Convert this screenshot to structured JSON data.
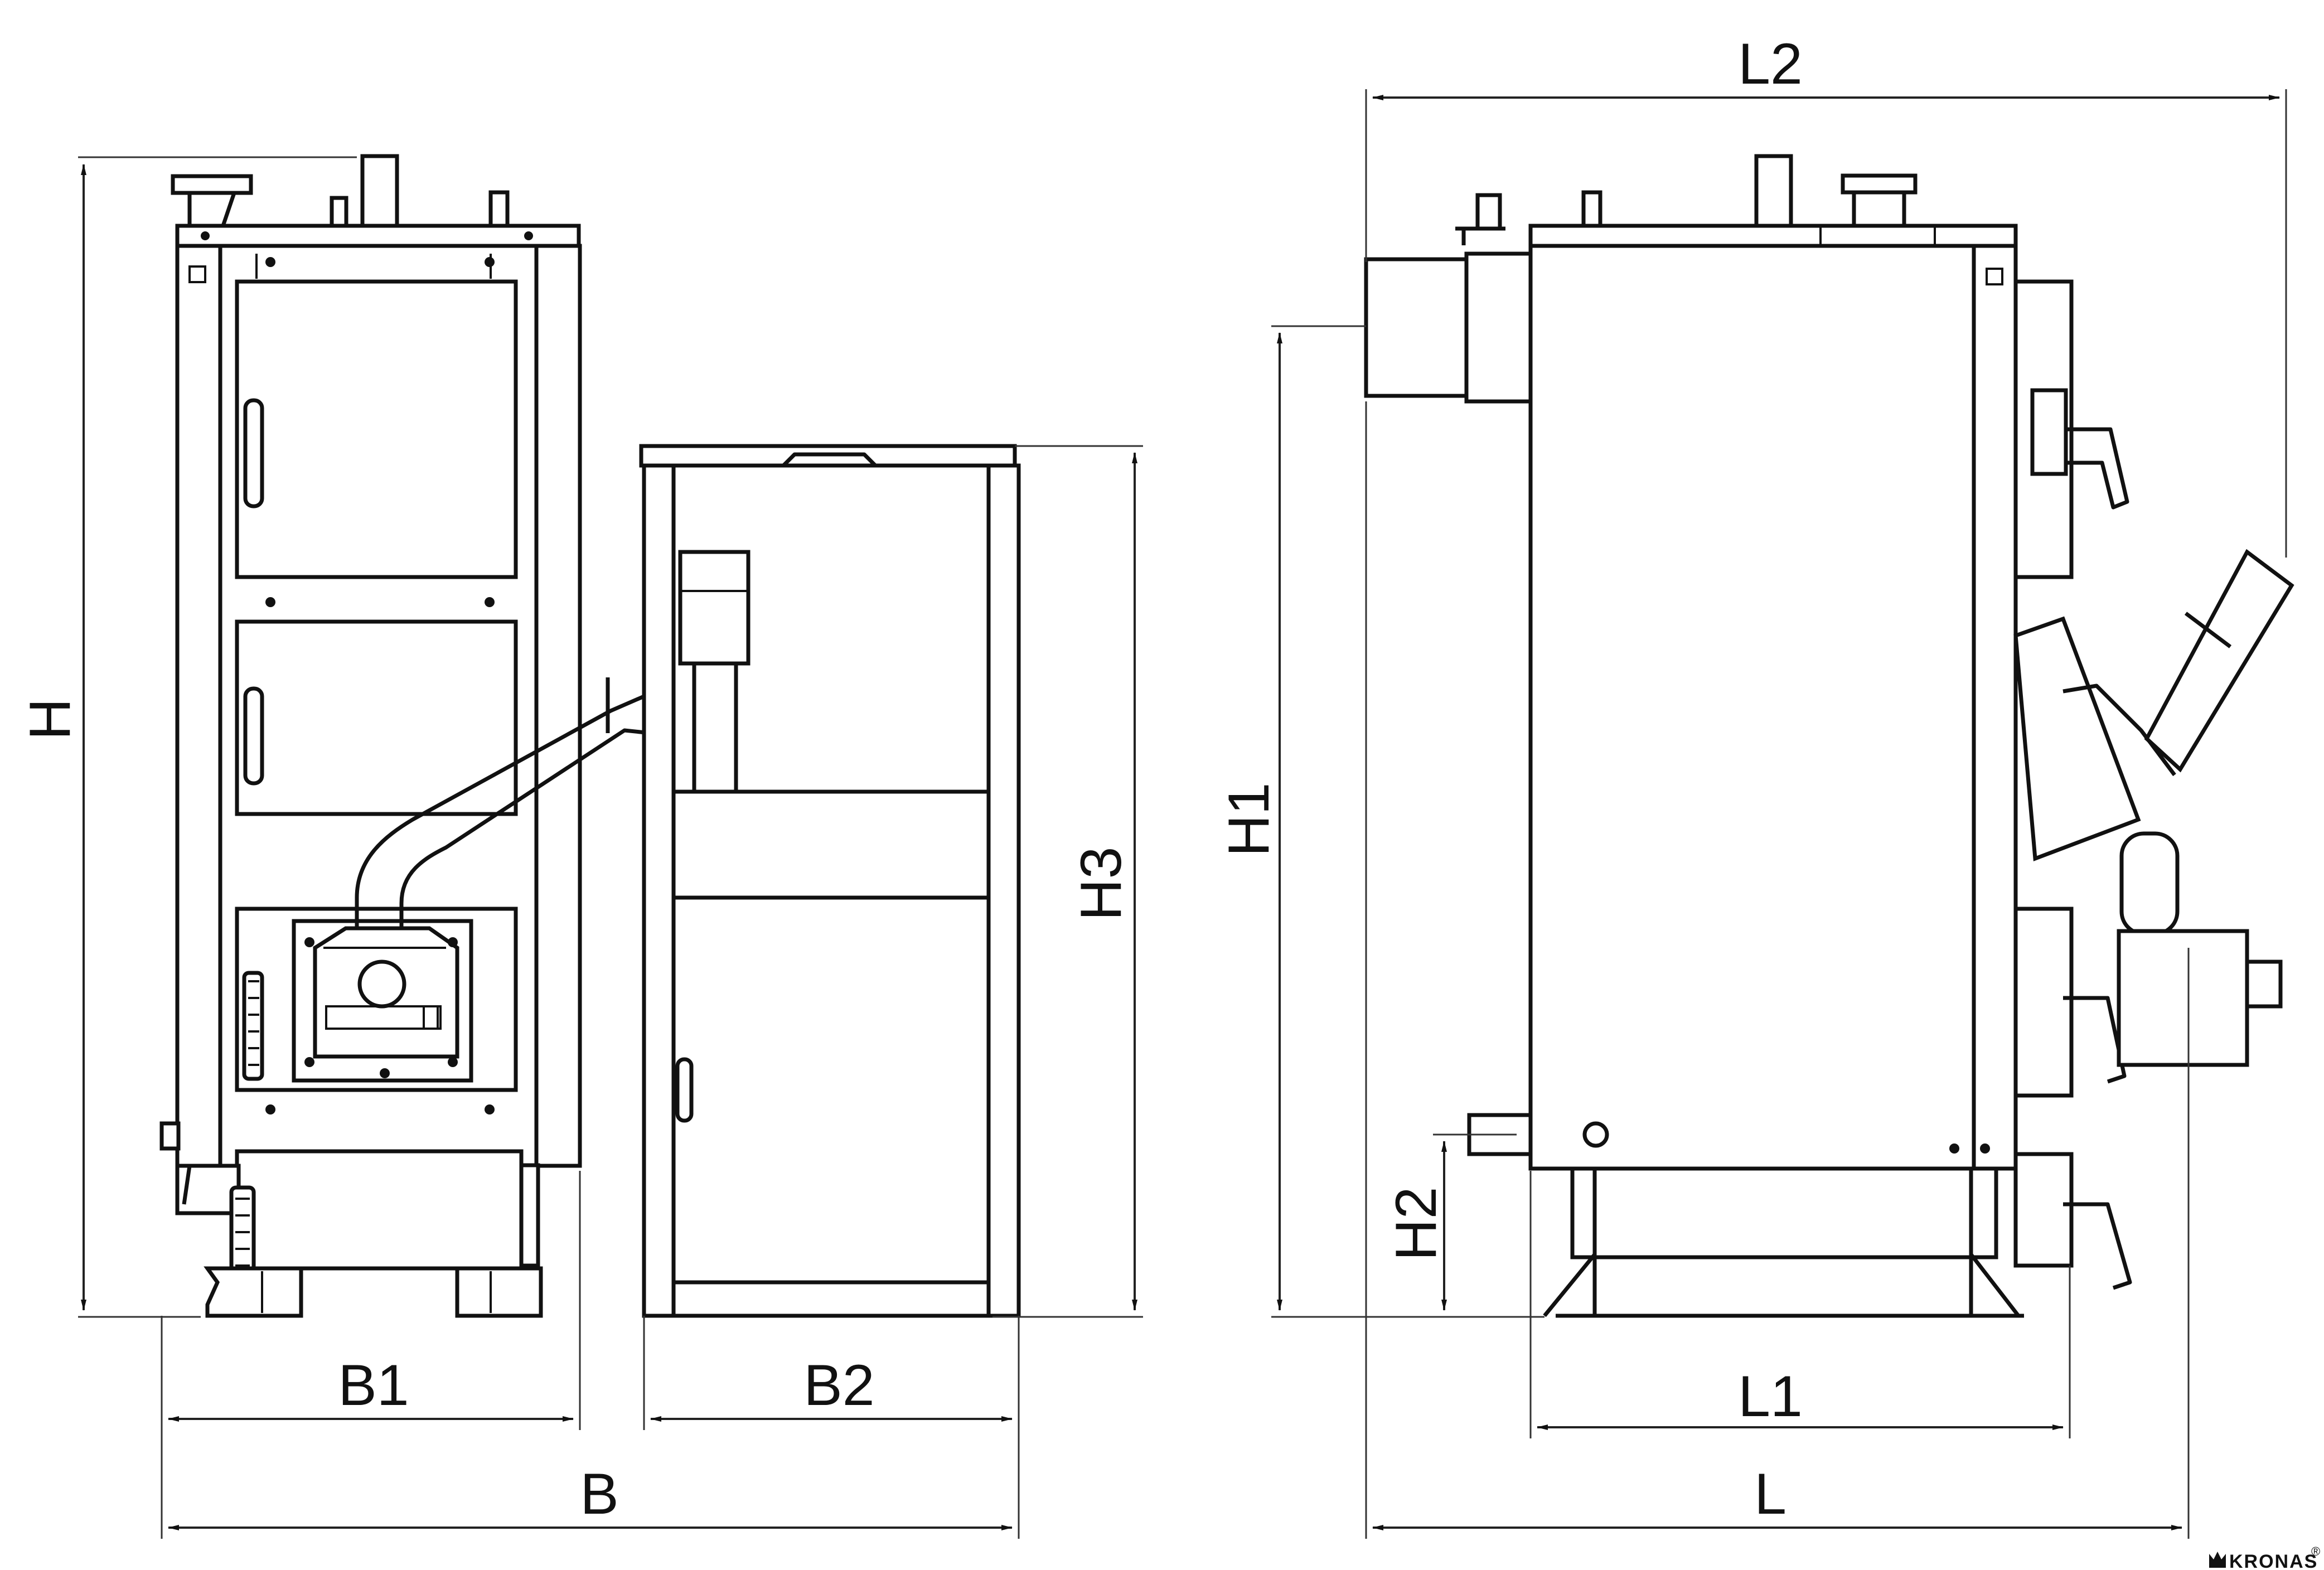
{
  "dimensions": {
    "H": "H",
    "H1": "H1",
    "H2": "H2",
    "H3": "H3",
    "B": "B",
    "B1": "B1",
    "B2": "B2",
    "L": "L",
    "L1": "L1",
    "L2": "L2"
  },
  "logo": {
    "text": "KRONAS",
    "mark": "®"
  }
}
